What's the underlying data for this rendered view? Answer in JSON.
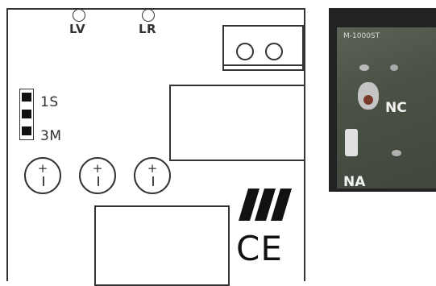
{
  "schematic": {
    "led_labels": {
      "lv": "LV",
      "lr": "LR"
    },
    "jumper_labels": {
      "s1": "1S",
      "m3": "3M"
    },
    "ce_mark": "CE"
  },
  "photo": {
    "top_label": "M-1000ST",
    "nc_label": "NC",
    "na_label": "NA"
  }
}
